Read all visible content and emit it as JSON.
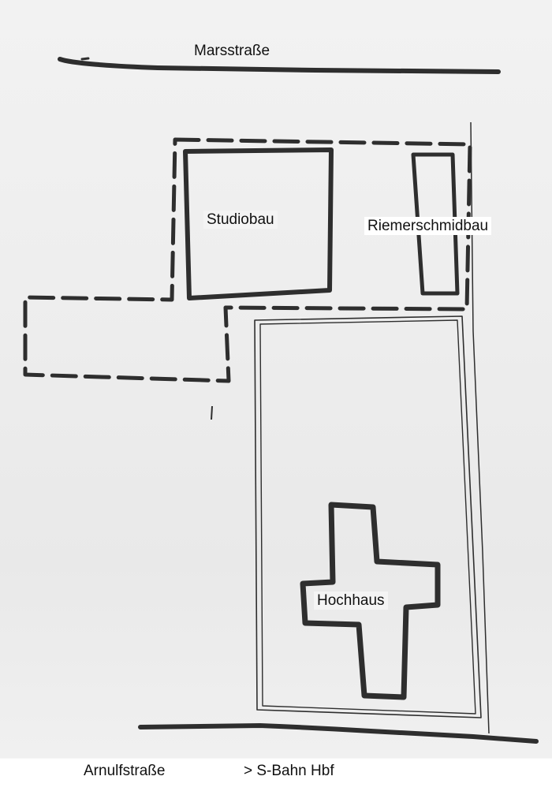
{
  "streets": {
    "north": "Marsstraße",
    "south": "Arnulfstraße",
    "direction_note": "> S-Bahn Hbf"
  },
  "buildings": {
    "studio": "Studiobau",
    "riemerschmid": "Riemerschmidbau",
    "tower": "Hochhaus"
  },
  "colors": {
    "ink": "#2e2e2e",
    "paper": "#eeeeee"
  }
}
